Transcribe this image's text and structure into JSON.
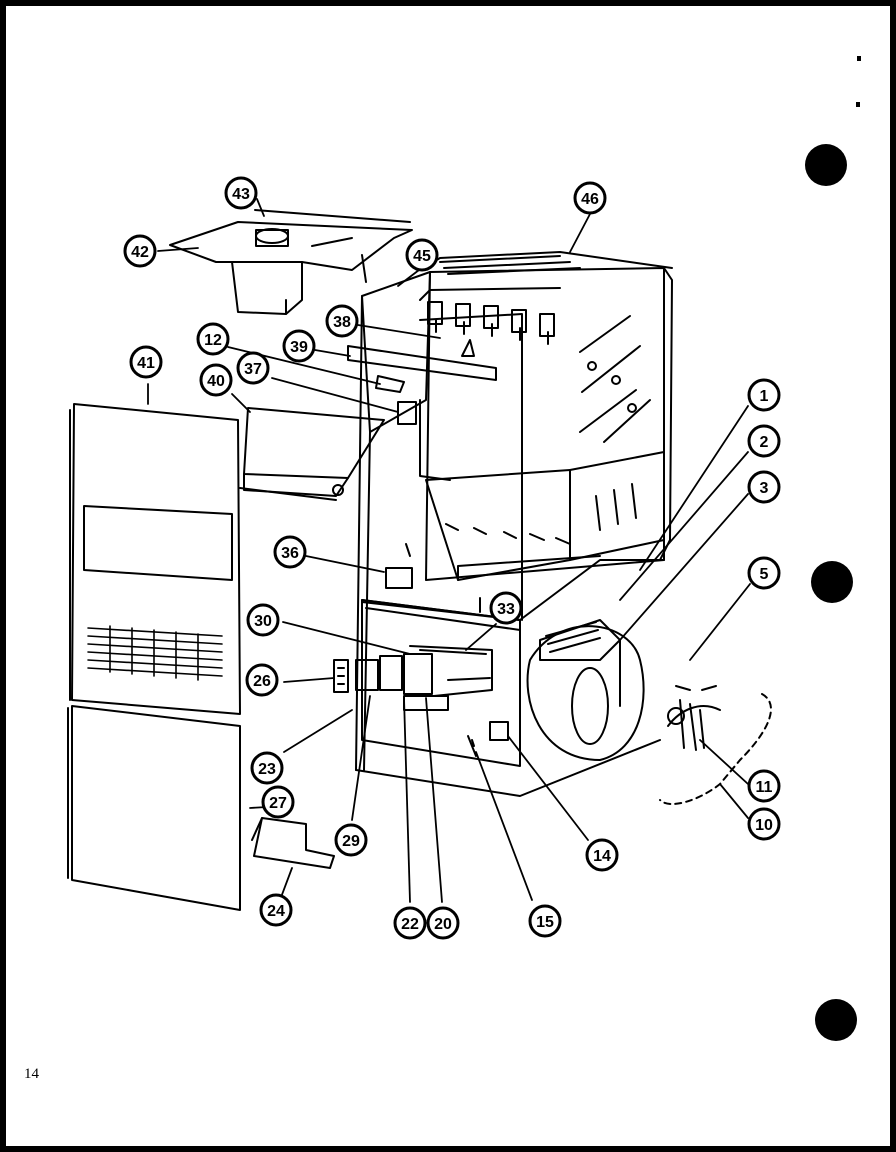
{
  "page_number": "14",
  "callouts": [
    {
      "id": "1",
      "label": "1"
    },
    {
      "id": "2",
      "label": "2"
    },
    {
      "id": "3",
      "label": "3"
    },
    {
      "id": "5",
      "label": "5"
    },
    {
      "id": "10",
      "label": "10"
    },
    {
      "id": "11",
      "label": "11"
    },
    {
      "id": "12",
      "label": "12"
    },
    {
      "id": "14",
      "label": "14"
    },
    {
      "id": "15",
      "label": "15"
    },
    {
      "id": "20",
      "label": "20"
    },
    {
      "id": "22",
      "label": "22"
    },
    {
      "id": "23",
      "label": "23"
    },
    {
      "id": "24",
      "label": "24"
    },
    {
      "id": "26",
      "label": "26"
    },
    {
      "id": "27",
      "label": "27"
    },
    {
      "id": "29",
      "label": "29"
    },
    {
      "id": "30",
      "label": "30"
    },
    {
      "id": "33",
      "label": "33"
    },
    {
      "id": "36",
      "label": "36"
    },
    {
      "id": "37",
      "label": "37"
    },
    {
      "id": "38",
      "label": "38"
    },
    {
      "id": "39",
      "label": "39"
    },
    {
      "id": "40",
      "label": "40"
    },
    {
      "id": "41",
      "label": "41"
    },
    {
      "id": "42",
      "label": "42"
    },
    {
      "id": "43",
      "label": "43"
    },
    {
      "id": "45",
      "label": "45"
    },
    {
      "id": "46",
      "label": "46"
    }
  ],
  "colors": {
    "ink": "#000000",
    "paper": "#ffffff"
  }
}
